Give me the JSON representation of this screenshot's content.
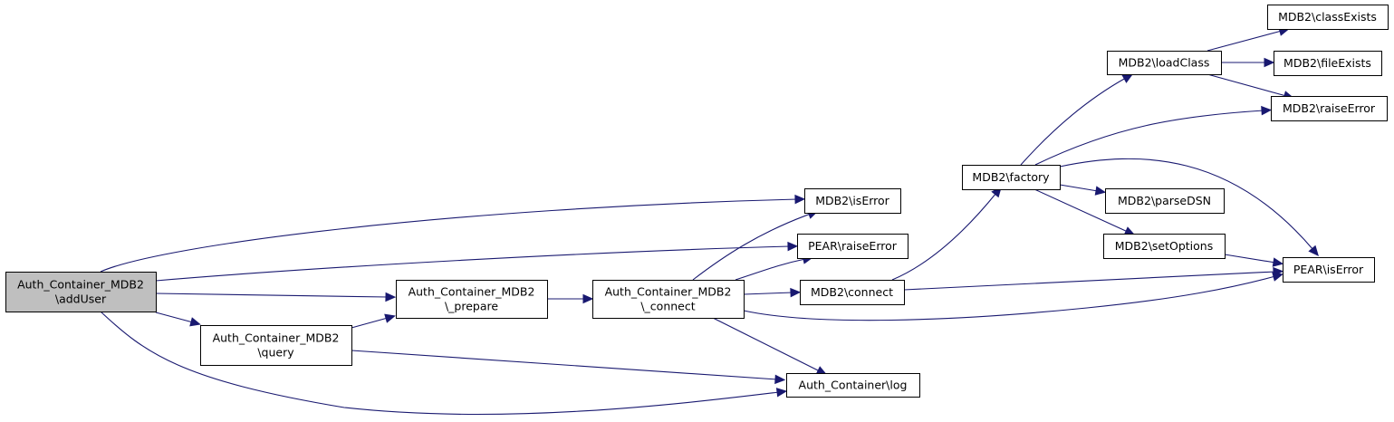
{
  "diagram": {
    "title": "Call graph for Auth_Container_MDB2\\addUser",
    "colors": {
      "edge": "#191970",
      "root_fill": "#bfbfbf",
      "node_fill": "#ffffff",
      "node_border": "#000000"
    },
    "nodes": [
      {
        "id": "addUser",
        "lines": [
          "Auth_Container_MDB2",
          "\\addUser"
        ],
        "root": true
      },
      {
        "id": "query",
        "lines": [
          "Auth_Container_MDB2",
          "\\query"
        ]
      },
      {
        "id": "prepare",
        "lines": [
          "Auth_Container_MDB2",
          "\\_prepare"
        ]
      },
      {
        "id": "connect_priv",
        "lines": [
          "Auth_Container_MDB2",
          "\\_connect"
        ]
      },
      {
        "id": "mdb2_isError",
        "lines": [
          "MDB2\\isError"
        ]
      },
      {
        "id": "pear_raiseError",
        "lines": [
          "PEAR\\raiseError"
        ]
      },
      {
        "id": "mdb2_connect",
        "lines": [
          "MDB2\\connect"
        ]
      },
      {
        "id": "log",
        "lines": [
          "Auth_Container\\log"
        ]
      },
      {
        "id": "factory",
        "lines": [
          "MDB2\\factory"
        ]
      },
      {
        "id": "loadClass",
        "lines": [
          "MDB2\\loadClass"
        ]
      },
      {
        "id": "classExists",
        "lines": [
          "MDB2\\classExists"
        ]
      },
      {
        "id": "fileExists",
        "lines": [
          "MDB2\\fileExists"
        ]
      },
      {
        "id": "mdb2_raiseError",
        "lines": [
          "MDB2\\raiseError"
        ]
      },
      {
        "id": "parseDSN",
        "lines": [
          "MDB2\\parseDSN"
        ]
      },
      {
        "id": "setOptions",
        "lines": [
          "MDB2\\setOptions"
        ]
      },
      {
        "id": "pear_isError",
        "lines": [
          "PEAR\\isError"
        ]
      }
    ],
    "edges": [
      {
        "from": "addUser",
        "to": "mdb2_isError"
      },
      {
        "from": "addUser",
        "to": "pear_raiseError"
      },
      {
        "from": "addUser",
        "to": "prepare"
      },
      {
        "from": "addUser",
        "to": "query"
      },
      {
        "from": "addUser",
        "to": "log"
      },
      {
        "from": "query",
        "to": "prepare"
      },
      {
        "from": "query",
        "to": "log"
      },
      {
        "from": "prepare",
        "to": "connect_priv"
      },
      {
        "from": "connect_priv",
        "to": "mdb2_isError"
      },
      {
        "from": "connect_priv",
        "to": "pear_raiseError"
      },
      {
        "from": "connect_priv",
        "to": "mdb2_connect"
      },
      {
        "from": "connect_priv",
        "to": "pear_isError"
      },
      {
        "from": "connect_priv",
        "to": "log"
      },
      {
        "from": "mdb2_connect",
        "to": "factory"
      },
      {
        "from": "mdb2_connect",
        "to": "pear_isError"
      },
      {
        "from": "factory",
        "to": "loadClass"
      },
      {
        "from": "factory",
        "to": "mdb2_raiseError"
      },
      {
        "from": "factory",
        "to": "pear_isError"
      },
      {
        "from": "factory",
        "to": "parseDSN"
      },
      {
        "from": "factory",
        "to": "setOptions"
      },
      {
        "from": "loadClass",
        "to": "classExists"
      },
      {
        "from": "loadClass",
        "to": "fileExists"
      },
      {
        "from": "loadClass",
        "to": "mdb2_raiseError"
      },
      {
        "from": "setOptions",
        "to": "pear_isError"
      }
    ]
  }
}
